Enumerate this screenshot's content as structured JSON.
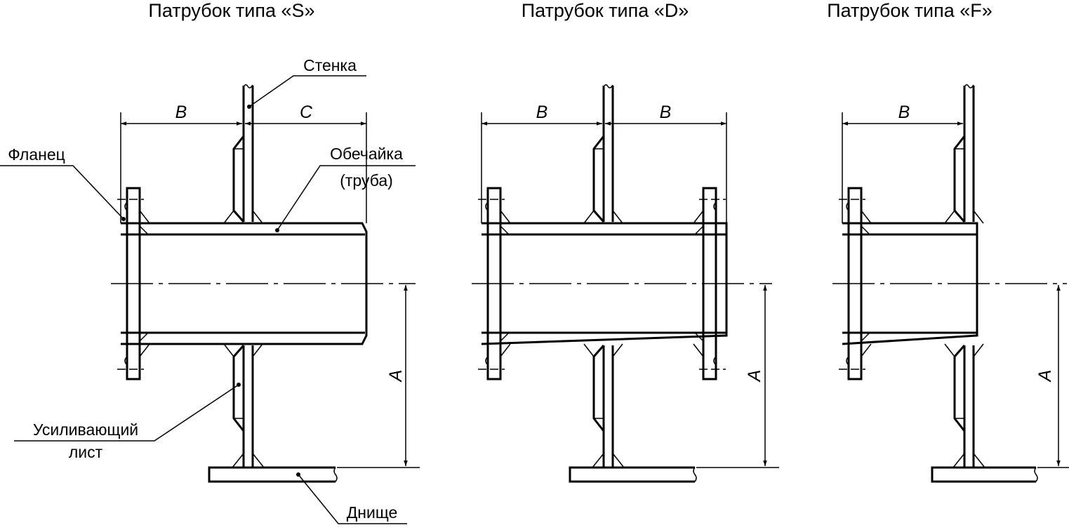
{
  "titles": {
    "s": "Патрубок типа «S»",
    "d": "Патрубок типа «D»",
    "f": "Патрубок типа «F»"
  },
  "labels": {
    "wall": "Стенка",
    "flange": "Фланец",
    "shell_1": "Обечайка",
    "shell_2": "(труба)",
    "reinforcing_1": "Усиливающий",
    "reinforcing_2": "лист",
    "bottom": "Днище"
  },
  "dimensions": {
    "b": "B",
    "c": "C",
    "a": "A"
  },
  "colors": {
    "line": "#000000",
    "background": "#ffffff"
  }
}
